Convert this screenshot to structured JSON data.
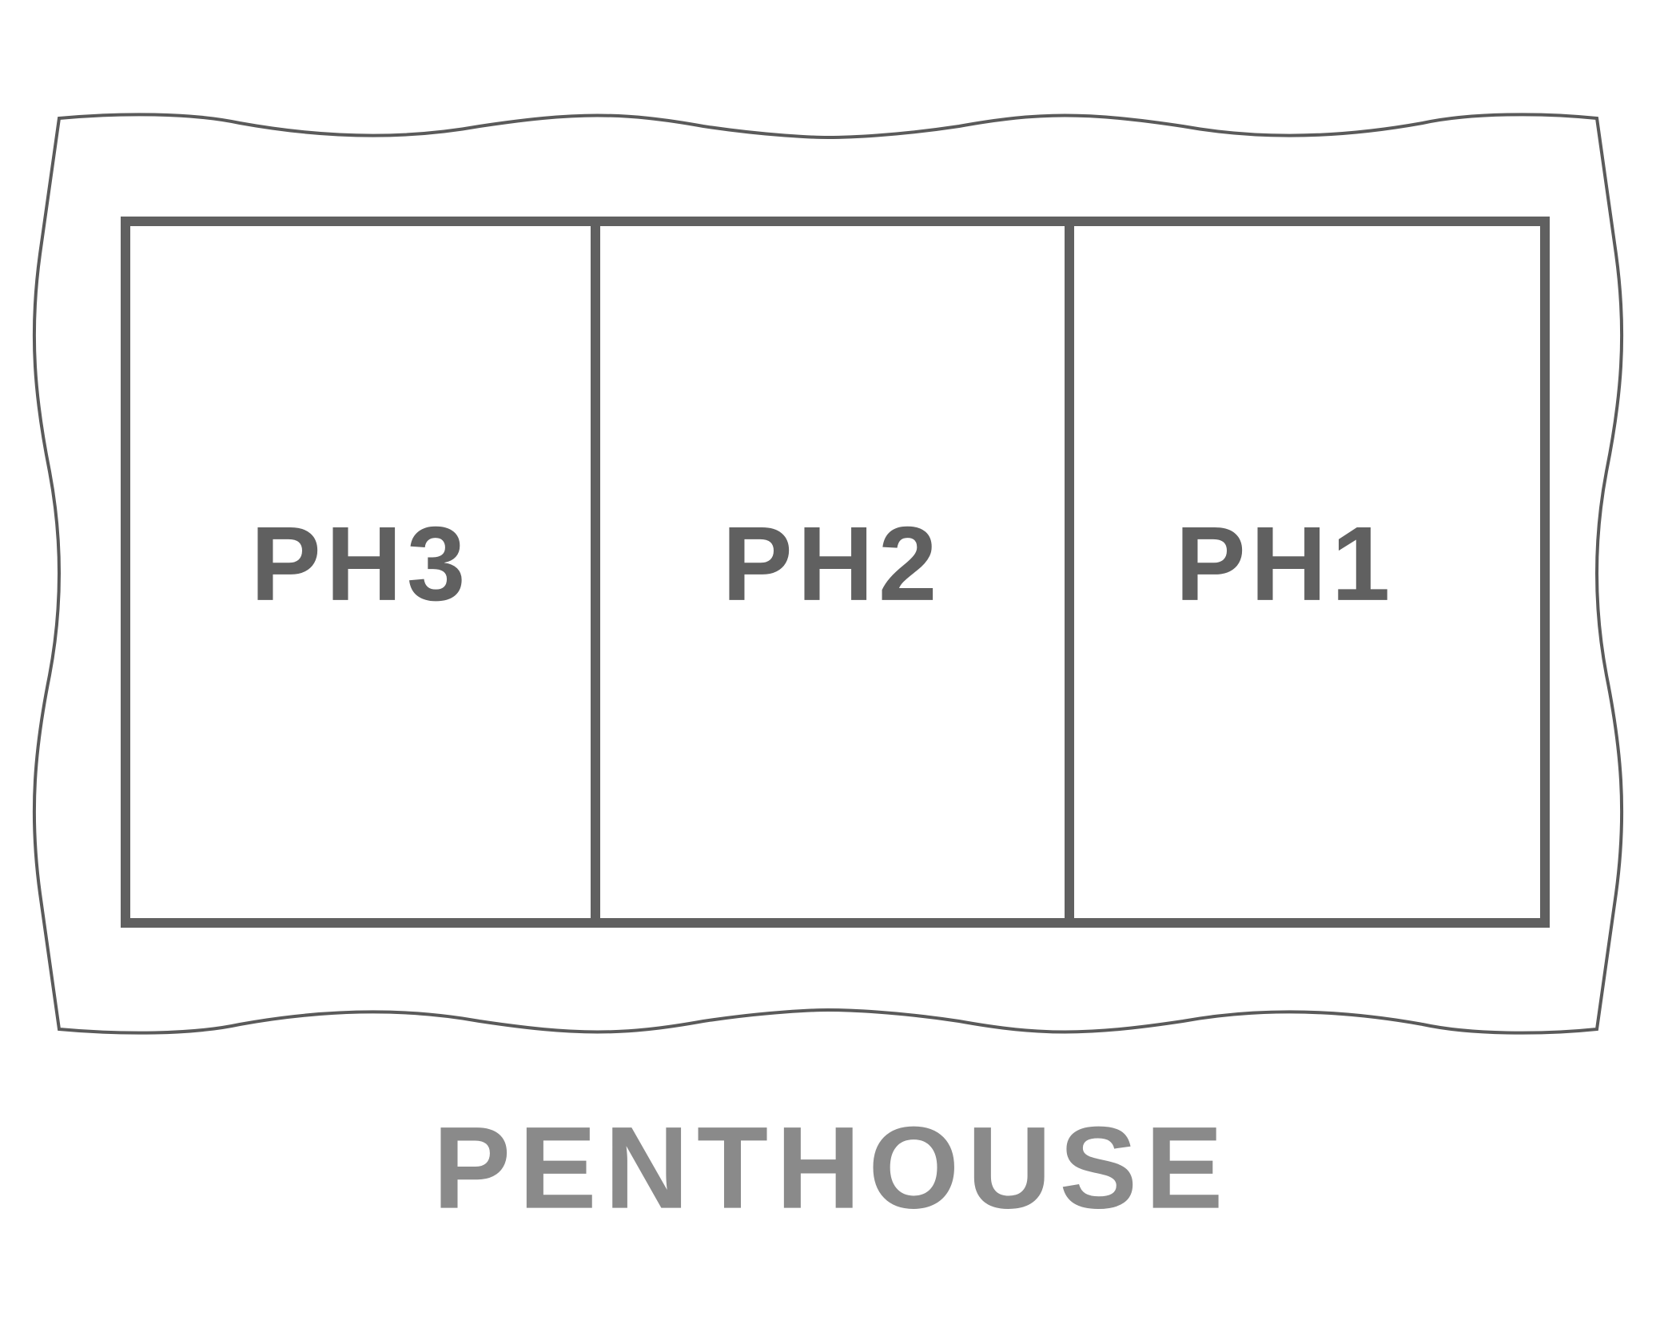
{
  "floor": {
    "title": "PENTHOUSE"
  },
  "units": [
    {
      "label": "PH3"
    },
    {
      "label": "PH2"
    },
    {
      "label": "PH1"
    }
  ],
  "colors": {
    "wall": "#606060",
    "outline": "#5a5a5a",
    "title": "#8a8a8a",
    "background": "#ffffff"
  }
}
